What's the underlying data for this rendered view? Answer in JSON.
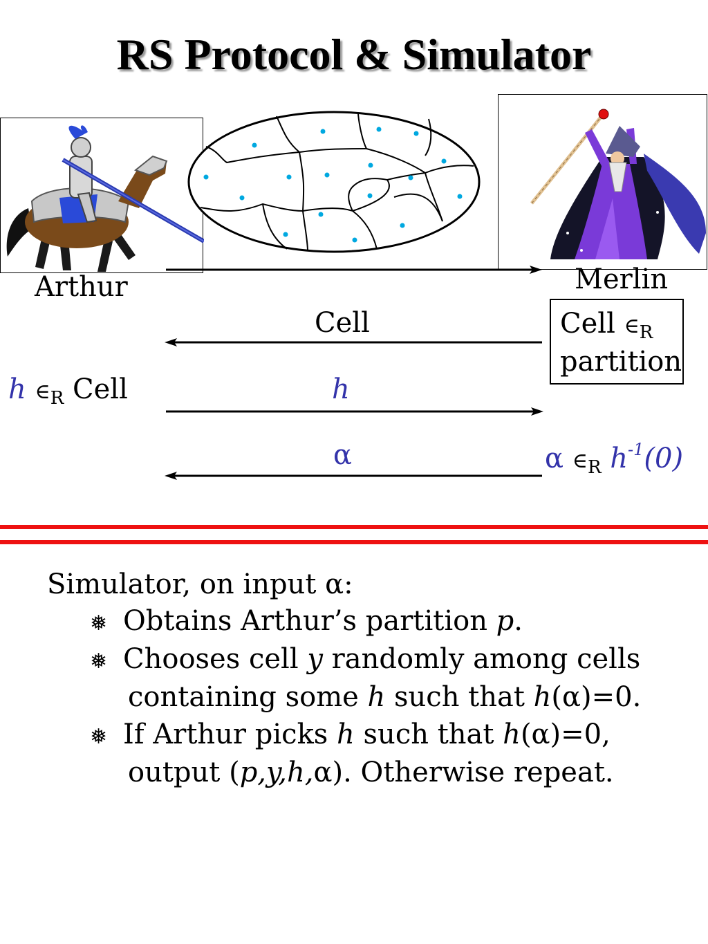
{
  "title": "RS Protocol & Simulator",
  "arthur": {
    "name": "Arthur",
    "guess": {
      "h": "h",
      "in": "∈",
      "r": "R",
      "cell": " Cell"
    }
  },
  "merlin": {
    "name": "Merlin",
    "note": {
      "cell": "Cell ",
      "in": "∈",
      "r": "R",
      "partition": "partition"
    }
  },
  "messages": [
    {
      "label": "Cell",
      "direction": "to-arthur"
    },
    {
      "label": "h",
      "direction": "to-merlin"
    },
    {
      "label": "α",
      "direction": "to-arthur"
    }
  ],
  "merlin_choice": {
    "alpha": "α ",
    "in": "∈",
    "r": "R",
    "h": " h",
    "sup": "-1",
    "arg": "(0)"
  },
  "simulator": {
    "heading": "Simulator, on input α:",
    "bullet_glyph": "❅",
    "items": [
      {
        "line1": {
          "a": "Obtains Arthur’s partition ",
          "p": "p",
          "end": "."
        }
      },
      {
        "line1": {
          "a": "Chooses cell ",
          "y": "y",
          "b": " randomly among cells"
        },
        "line2": {
          "a": "containing some ",
          "h": "h",
          "b": " such that ",
          "h2": "h",
          "c": "(α)=0."
        }
      },
      {
        "line1": {
          "a": "If Arthur picks ",
          "h": "h",
          "b": " such that ",
          "h2": "h",
          "c": "(α)=0,"
        },
        "line2": {
          "a": "output (",
          "p": "p,y,h,",
          "b": "α). Otherwise repeat."
        }
      }
    ]
  },
  "colors": {
    "accent_blue": "#3333aa",
    "dot_cyan": "#00a8e0",
    "divider_red": "#ee1111"
  }
}
